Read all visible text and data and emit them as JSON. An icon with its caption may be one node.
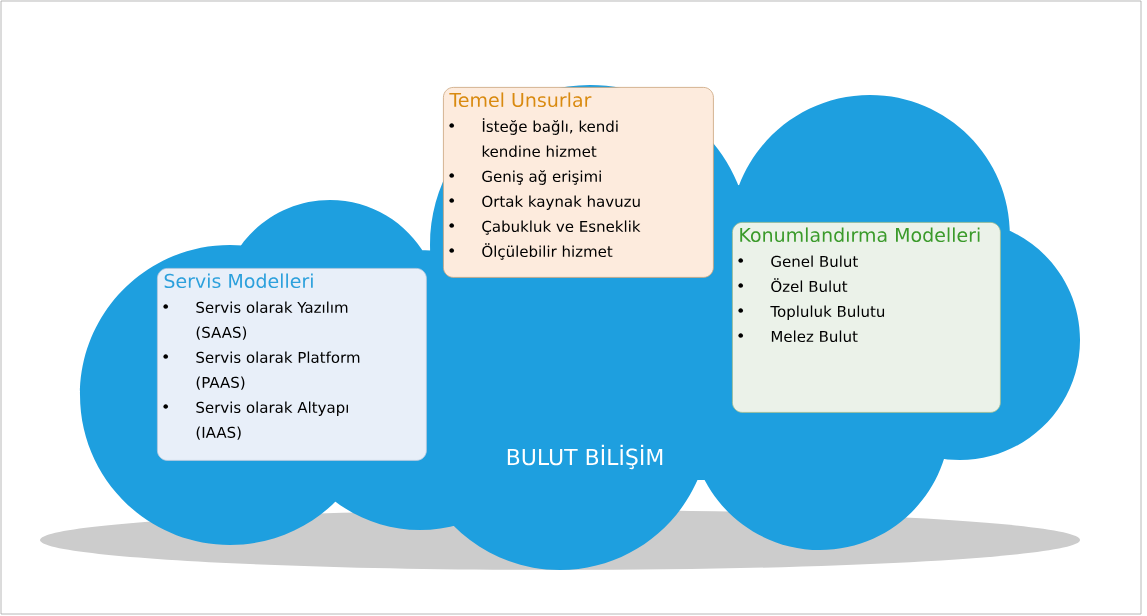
{
  "diagram": {
    "nodes": [
      {
        "text": [
          "BULUT BİLİŞİM"
        ]
      },
      {
        "text": [
          "Temel Unsurlar",
          "İsteğe bağlı, kendi kendine hizmet",
          "Geniş ağ erişimi",
          "Ortak kaynak havuzu",
          "Çabukluk ve Esneklik",
          "Ölçülebilir hizmet"
        ],
        "in": 0
      },
      {
        "text": [
          "Servis Modelleri",
          "Servis olarak Yazılım (SAAS)",
          "Servis olarak Platform (PAAS)",
          "Servis olarak Altyapı (IAAS)"
        ],
        "in": 0
      },
      {
        "text": [
          "Konumlandırma Modelleri",
          "Genel Bulut",
          "Özel Bulut",
          "Topluluk Bulutu",
          "Melez Bulut"
        ],
        "in": 0
      }
    ],
    "edges": []
  }
}
